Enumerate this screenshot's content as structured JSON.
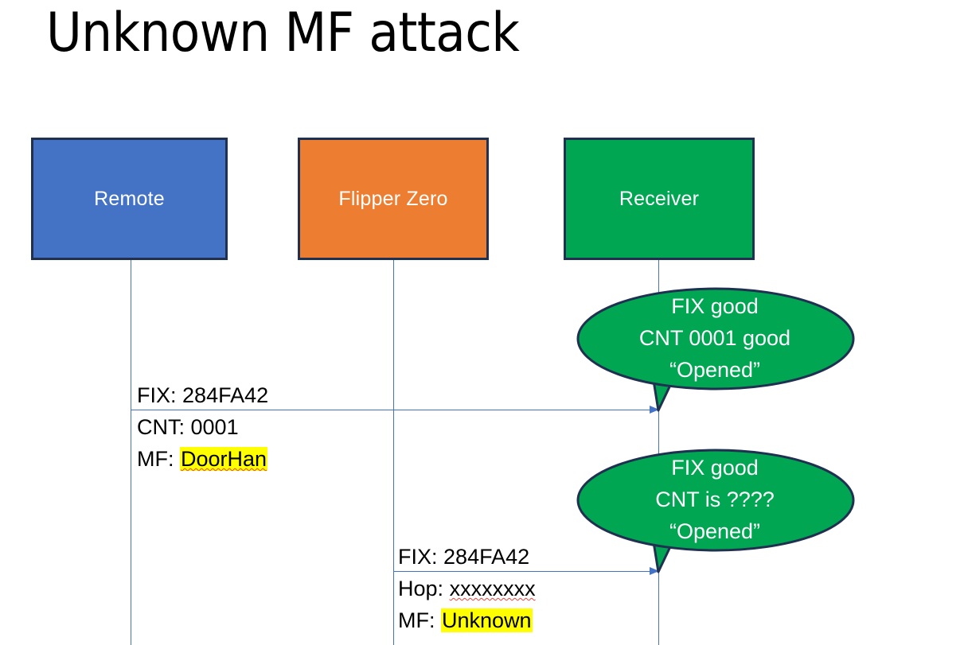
{
  "slide": {
    "title": "Unknown MF attack",
    "background": "#ffffff"
  },
  "colors": {
    "remote_fill": "#4472C4",
    "flipper_fill": "#ED7D31",
    "receiver_fill": "#00A651",
    "box_border": "#1F3050",
    "connector": "#4472C4",
    "callout_fill": "#00A651",
    "callout_border": "#1F3050",
    "highlight": "#FFFF00",
    "spellcheck_underline": "#E8453C",
    "text": "#000000",
    "box_text": "#FFFFFF"
  },
  "actors": [
    {
      "id": "remote",
      "label": "Remote"
    },
    {
      "id": "flipper",
      "label": "Flipper Zero"
    },
    {
      "id": "receiver",
      "label": "Receiver"
    }
  ],
  "messages": [
    {
      "id": "msg-remote-to-receiver",
      "from": "remote",
      "to": "receiver",
      "lines": [
        {
          "label": "FIX:",
          "value": "284FA42",
          "highlight": false,
          "spellcheck_error": false
        },
        {
          "label": "CNT:",
          "value": "0001",
          "highlight": false,
          "spellcheck_error": false
        },
        {
          "label": "MF:",
          "value": "DoorHan",
          "highlight": true,
          "spellcheck_error": true
        }
      ]
    },
    {
      "id": "msg-flipper-to-receiver",
      "from": "flipper",
      "to": "receiver",
      "lines": [
        {
          "label": "FIX:",
          "value": "284FA42",
          "highlight": false,
          "spellcheck_error": false
        },
        {
          "label": "Hop:",
          "value": "xxxxxxxx",
          "highlight": false,
          "spellcheck_error": true
        },
        {
          "label": "MF:",
          "value": "Unknown",
          "highlight": true,
          "spellcheck_error": false
        }
      ]
    }
  ],
  "callouts": [
    {
      "id": "callout-first-reply",
      "for": "msg-remote-to-receiver",
      "lines": [
        "FIX good",
        "CNT 0001 good",
        "“Opened”"
      ]
    },
    {
      "id": "callout-second-reply",
      "for": "msg-flipper-to-receiver",
      "lines": [
        "FIX good",
        "CNT is ????",
        "“Opened”"
      ]
    }
  ]
}
